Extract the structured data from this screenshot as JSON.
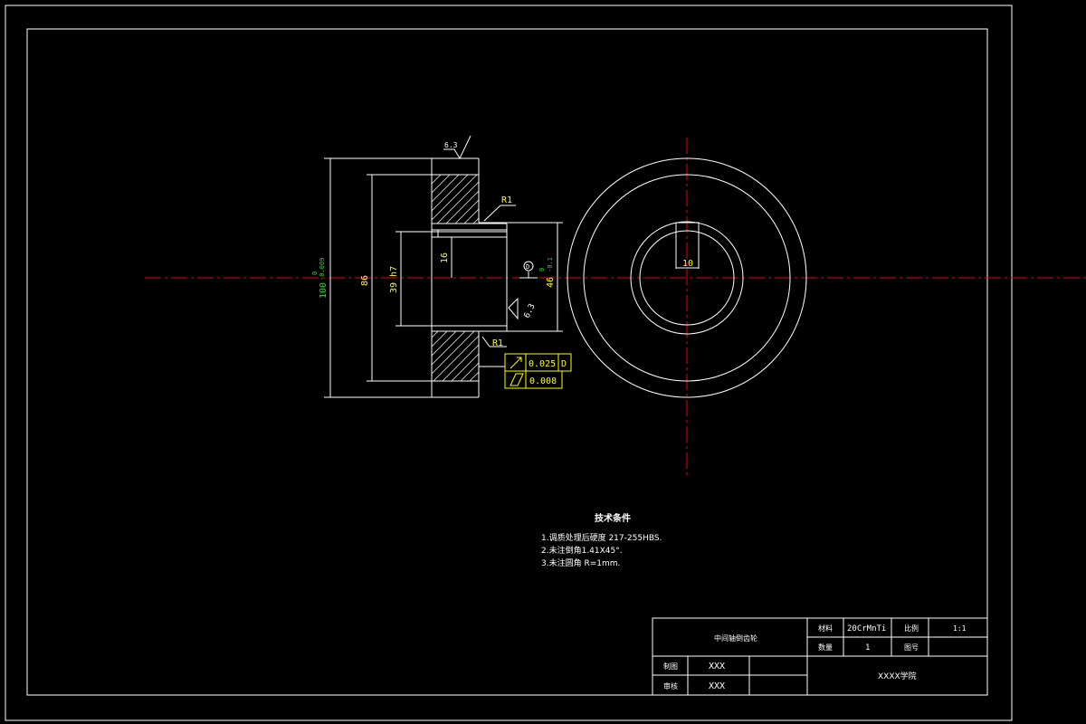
{
  "dimensions": {
    "outer_diameter": "100",
    "outer_tol_upper": "0",
    "outer_tol_lower": "-0.009",
    "hub_diameter": "86",
    "bore_fit": "39 h7",
    "keyway_depth": "16",
    "step_diameter": "46",
    "step_tol_upper": "0",
    "step_tol_lower": "-0.1",
    "fillet_top": "R1",
    "fillet_bottom": "R1",
    "key_width": "10"
  },
  "roughness": {
    "top": "6.3",
    "side": "6.3"
  },
  "datum": {
    "label": "D"
  },
  "tolerance_frames": [
    {
      "value": "0.025",
      "datum": "D"
    },
    {
      "value": "0.008",
      "datum": ""
    }
  ],
  "notes": {
    "title": "技术条件",
    "line1": "1.调质处理后硬度 217-255HBS.",
    "line2": "2.未注倒角1.41X45°.",
    "line3": "3.未注圆角 R=1mm."
  },
  "title_block": {
    "part_name": "中间轴倒齿轮",
    "material_label": "材料",
    "material_value": "20CrMnTi",
    "scale_label": "比例",
    "scale_value": "1:1",
    "quantity_label": "数量",
    "quantity_value": "1",
    "drawing_no_label": "图号",
    "drawing_no_value": "",
    "drawn_label": "制图",
    "drawn_value": "XXX",
    "checked_label": "审核",
    "checked_value": "XXX",
    "school": "XXXX学院"
  },
  "colors": {
    "background": "#000000",
    "line": "#ffffff",
    "centerline": "#e8001c",
    "dimension_text": "#ffff00",
    "tolerance_text": "#22dd22"
  }
}
